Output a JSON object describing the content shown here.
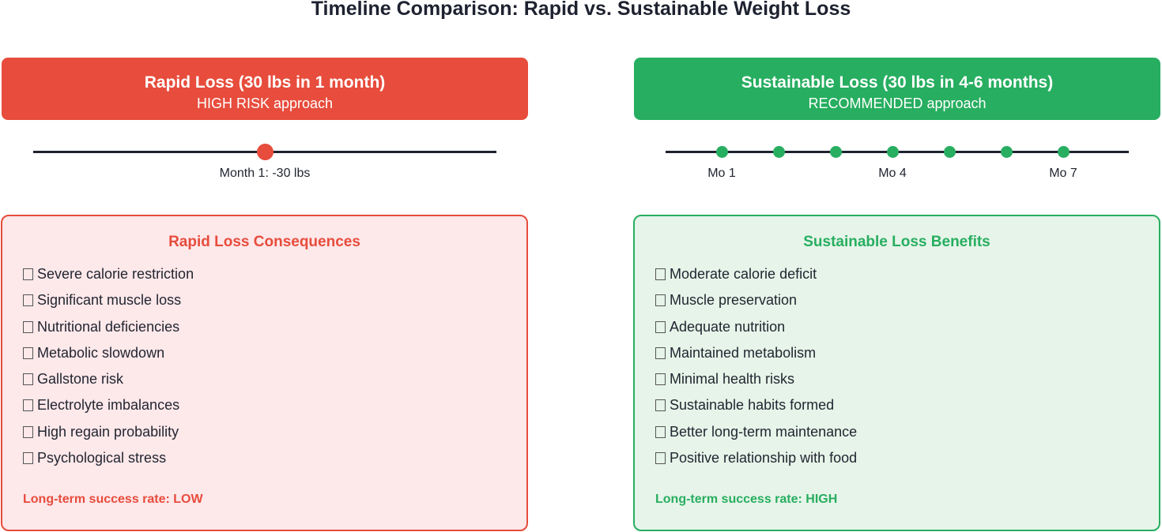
{
  "title": "Timeline Comparison: Rapid vs. Sustainable Weight Loss",
  "colors": {
    "rapid": "#e74c3c",
    "sustainable": "#27ae60",
    "rapid_bg": "#fde8ea",
    "sustainable_bg": "#e6f4e9"
  },
  "rapid": {
    "header_title": "Rapid Loss (30 lbs in 1 month)",
    "header_subtitle": "HIGH RISK approach",
    "timeline_label": "Month 1: -30 lbs",
    "panel_title": "Rapid Loss Consequences",
    "items": [
      "Severe calorie restriction",
      "Significant muscle loss",
      "Nutritional deficiencies",
      "Metabolic slowdown",
      "Gallstone risk",
      "Electrolyte imbalances",
      "High regain probability",
      "Psychological stress"
    ],
    "footer": "Long-term success rate: LOW"
  },
  "sustainable": {
    "header_title": "Sustainable Loss (30 lbs in 4-6 months)",
    "header_subtitle": "RECOMMENDED approach",
    "timeline_labels": [
      "Mo 1",
      "Mo 4",
      "Mo 7"
    ],
    "timeline_points": 7,
    "panel_title": "Sustainable Loss Benefits",
    "items": [
      "Moderate calorie deficit",
      "Muscle preservation",
      "Adequate nutrition",
      "Maintained metabolism",
      "Minimal health risks",
      "Sustainable habits formed",
      "Better long-term maintenance",
      "Positive relationship with food"
    ],
    "footer": "Long-term success rate: HIGH"
  }
}
